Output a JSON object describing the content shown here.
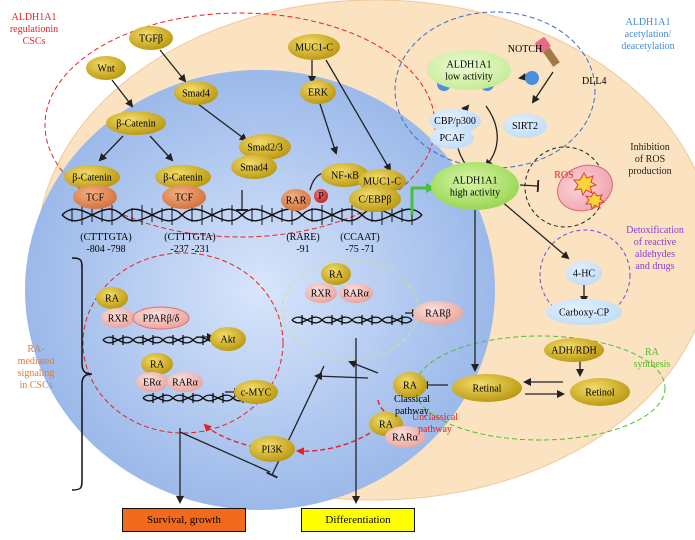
{
  "side_labels": {
    "regulation": [
      "ALDH1A1",
      "regulationin",
      "CSCs"
    ],
    "acetylation": [
      "ALDH1A1",
      "acetylation/",
      "deacetylation"
    ],
    "ros": [
      "Inhibition",
      "of ROS",
      "production"
    ],
    "detox": [
      "Detoxification",
      "of reactive",
      "aldehydes",
      "and drugs"
    ],
    "ra_signaling": [
      "RA-",
      "mediated",
      "signaling",
      "in CSCs"
    ],
    "ra_synthesis": [
      "RA",
      "synthesis"
    ]
  },
  "nodes": {
    "wnt": "Wnt",
    "tgfb": "TGFβ",
    "smad4_top": "Smad4",
    "beta_catenin_top": "β-Catenin",
    "muc1c_top": "MUC1-C",
    "erk": "ERK",
    "smad23": "Smad2/3",
    "smad4_bottom": "Smad4",
    "beta_catenin_1": "β-Catenin",
    "beta_catenin_2": "β-Catenin",
    "tcf_1": "TCF",
    "tcf_2": "TCF",
    "nfkb": "NF-κB",
    "muc1c_promoter": "MUC1-C",
    "rar": "RAR",
    "p": "P",
    "cebpb": "C/EBPβ",
    "aldh_low": [
      "ALDH1A1",
      "low activity"
    ],
    "aldh_high": [
      "ALDH1A1",
      "high activity"
    ],
    "notch": "NOTCH",
    "dll4": "DLL4",
    "cbp": "CBP/p300",
    "pcaf": "PCAF",
    "sirt2": "SIRT2",
    "ros": "ROS",
    "hc4": "4-HC",
    "carboxy": "Carboxy-CP",
    "adh": "ADH/RDH",
    "retinal": "Retinal",
    "retinol": "Retinol",
    "ra_main": "RA",
    "ra_uncl": "RA",
    "rara_uncl": "RARα",
    "pi3k": "PI3K",
    "ra_ppar": "RA",
    "rxr_ppar": "RXR",
    "ppar": "PPARβ/δ",
    "akt": "Akt",
    "ra_er": "RA",
    "era": "ERα",
    "rara_er": "RARα",
    "cmyc": "c-MYC",
    "ra_rarb": "RA",
    "rxr_rarb": "RXR",
    "rara_rarb": "RARα",
    "rarb": "RARβ"
  },
  "promoter_labels": {
    "site1_seq": "(CTTTGTA)",
    "site1_pos": "-804  -798",
    "site2_seq": "(CTTTGTA)",
    "site2_pos": "-237   -231",
    "rare_seq": "(RARE)",
    "rare_pos": "-91",
    "ccaat_seq": "(CCAAT)",
    "ccaat_pos": "-75   -71"
  },
  "pathway_labels": {
    "classical": [
      "Classical",
      "pathway"
    ],
    "unclassical": [
      "Unclassical",
      "pathway"
    ]
  },
  "outcomes": {
    "survival": "Survival, growth",
    "differentiation": "Differentiation"
  },
  "colors": {
    "cell": "#fbe2c0",
    "nucleus": "#b9cdef",
    "node_gold": "#c9a818",
    "node_orange": "#e08b52",
    "node_pink": "#f1b7b3",
    "aldh_high": "#a9e05c",
    "aldh_low": "#c9f09d",
    "survival_box": "#f26a1b",
    "diff_box": "#ffff00",
    "red_text": "#e52222",
    "blue_text": "#3f8bd6",
    "purple_text": "#8a3fcf",
    "green_text": "#4fbf2a",
    "orange_text": "#e57b32"
  }
}
